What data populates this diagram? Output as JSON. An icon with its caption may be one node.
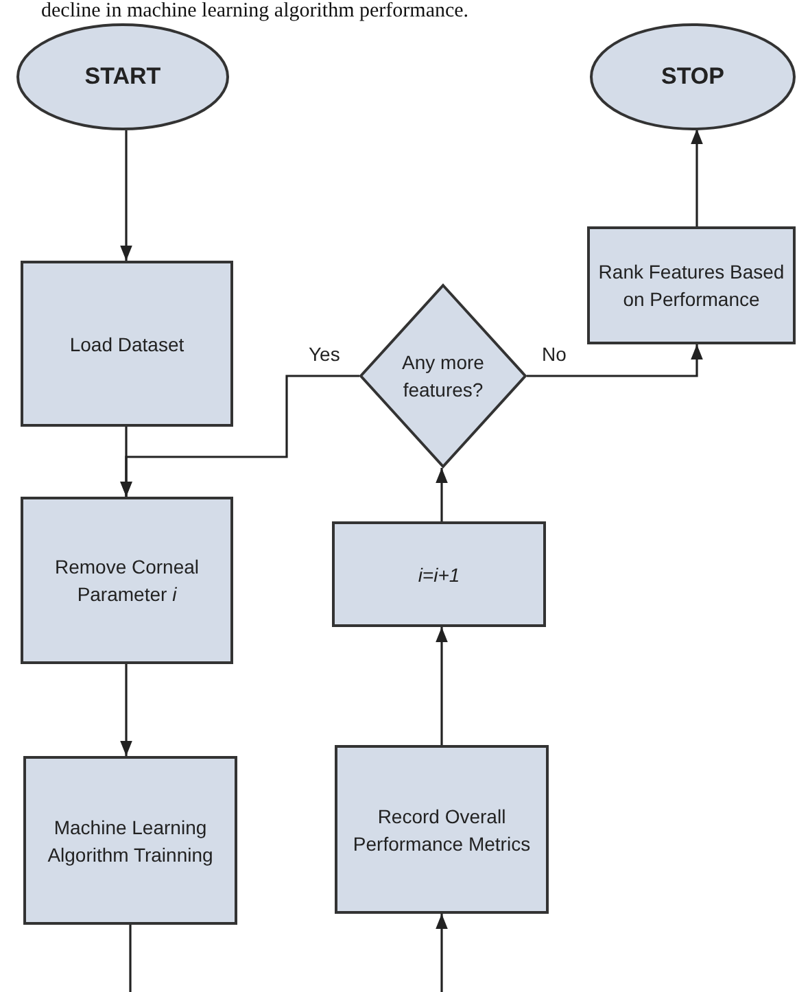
{
  "diagram": {
    "nodes": [
      {
        "text": [
          "START"
        ]
      },
      {
        "text": [
          "STOP"
        ]
      },
      {
        "text": [
          "Load Dataset"
        ]
      },
      {
        "text": [
          "Any more features?"
        ]
      },
      {
        "text": [
          "Rank Features Based on Performance"
        ]
      },
      {
        "text": [
          "Remove Corneal Parameter *i*"
        ]
      },
      {
        "text": [
          "i=i+1"
        ]
      },
      {
        "text": [
          "Machine Learning Algorithm Trainning"
        ]
      },
      {
        "text": [
          "Record Overall Performance Metrics"
        ]
      }
    ],
    "edges": [
      {
        "from": 0,
        "to": 2,
        "arrow": "to"
      },
      {
        "from": 2,
        "to": 5,
        "arrow": "to"
      },
      {
        "from": 3,
        "to": 5,
        "arrow": "to",
        "label": "Yes"
      },
      {
        "from": 3,
        "to": 4,
        "arrow": "to",
        "label": "No"
      },
      {
        "from": 4,
        "to": 1,
        "arrow": "to"
      },
      {
        "from": 6,
        "to": 3,
        "arrow": "to"
      },
      {
        "from": 8,
        "to": 6,
        "arrow": "to"
      },
      {
        "from": 5,
        "to": 7,
        "arrow": "to"
      },
      {
        "from": 7,
        "to": null,
        "arrow": "none"
      },
      {
        "from": null,
        "to": 8,
        "arrow": "to"
      }
    ],
    "labels": [
      "decline in machine learning algorithm performance."
    ]
  }
}
